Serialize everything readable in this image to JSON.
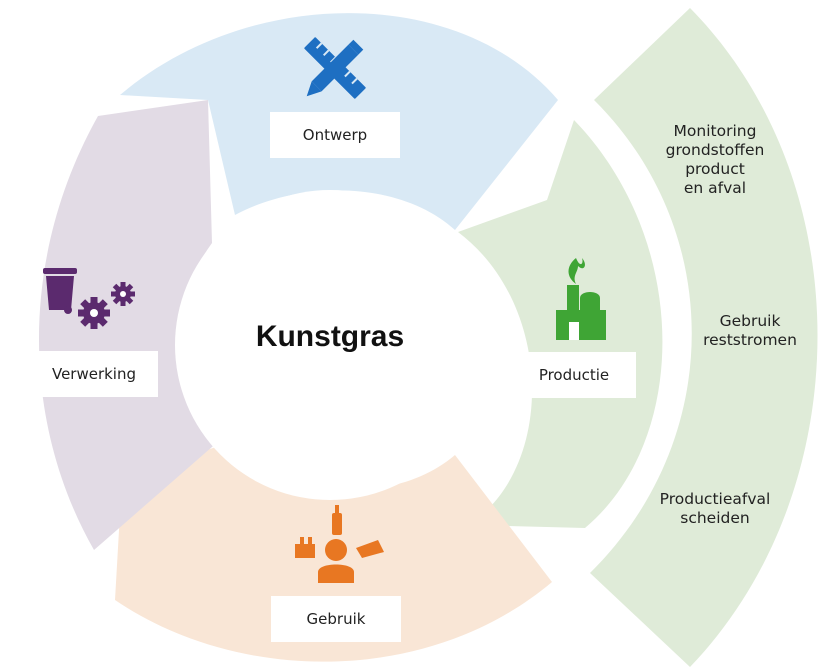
{
  "center": {
    "title": "Kunstgras"
  },
  "segments": {
    "ontwerp": {
      "label": "Ontwerp",
      "color": "#d9e9f5",
      "icon": "ruler-pencil-icon",
      "icon_color": "#1e6fc2"
    },
    "productie": {
      "label": "Productie",
      "color": "#dfebd8",
      "icon": "factory-icon",
      "icon_color": "#3fa535"
    },
    "gebruik": {
      "label": "Gebruik",
      "color": "#f9e6d6",
      "icon": "user-tools-icon",
      "icon_color": "#e87722"
    },
    "verwerking": {
      "label": "Verwerking",
      "color": "#e2dbe5",
      "icon": "bin-gears-icon",
      "icon_color": "#5b2a6e"
    }
  },
  "outer_band": {
    "color": "#dfebd8",
    "items": [
      "Monitoring\ngrondstoffen\nproduct\nen afval",
      "Gebruik\nreststromen",
      "Productieafval\nscheiden"
    ]
  }
}
